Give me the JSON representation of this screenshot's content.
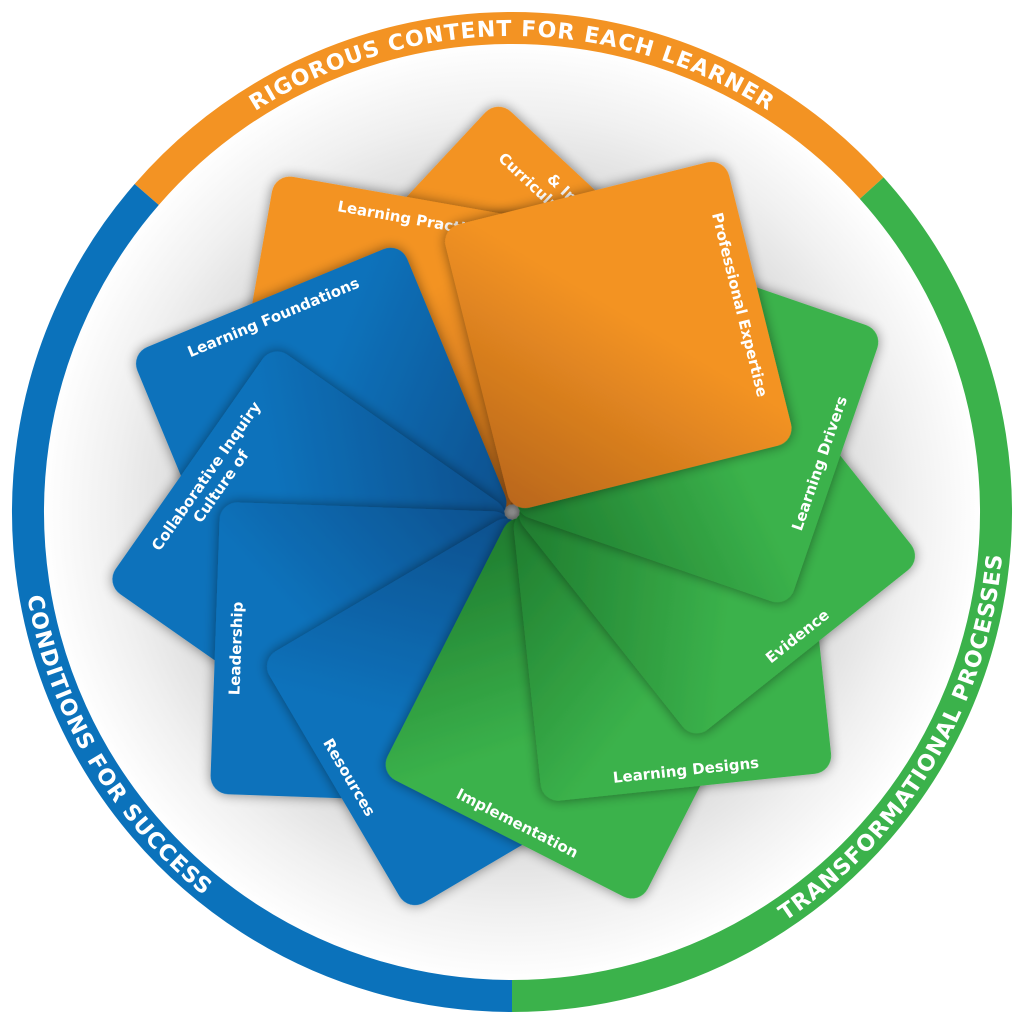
{
  "colors": {
    "orange": "#f39323",
    "blue": "#0b72bb",
    "green": "#3bb24b"
  },
  "ring": {
    "top": "RIGOROUS CONTENT FOR EACH LEARNER",
    "left": "CONDITIONS FOR SUCCESS",
    "right": "TRANSFORMATIONAL PROCESSES"
  },
  "cards": [
    {
      "label": [
        "Curriculum, Assessment,",
        "& Instruction"
      ],
      "color": "orange",
      "angle": 313
    },
    {
      "label": [
        "Learning Practices"
      ],
      "color": "orange",
      "angle": 280
    },
    {
      "label": [
        "Learning Foundations"
      ],
      "color": "blue",
      "angle": 247.5
    },
    {
      "label": [
        "Culture of",
        "Collaborative Inquiry"
      ],
      "color": "blue",
      "angle": 215
    },
    {
      "label": [
        "Leadership"
      ],
      "color": "blue",
      "angle": 182
    },
    {
      "label": [
        "Resources"
      ],
      "color": "blue",
      "angle": 149.5,
      "flip": true
    },
    {
      "label": [
        "Implementation"
      ],
      "color": "green",
      "angle": 117,
      "flip": true
    },
    {
      "label": [
        "Learning Designs"
      ],
      "color": "green",
      "angle": 84,
      "flip": true
    },
    {
      "label": [
        "Evidence"
      ],
      "color": "green",
      "angle": 51.5,
      "flip": true
    },
    {
      "label": [
        "Learning Drivers"
      ],
      "color": "green",
      "angle": 19,
      "flip": true
    },
    {
      "label": [
        "Professional Expertise"
      ],
      "color": "orange",
      "angle": -14
    }
  ]
}
